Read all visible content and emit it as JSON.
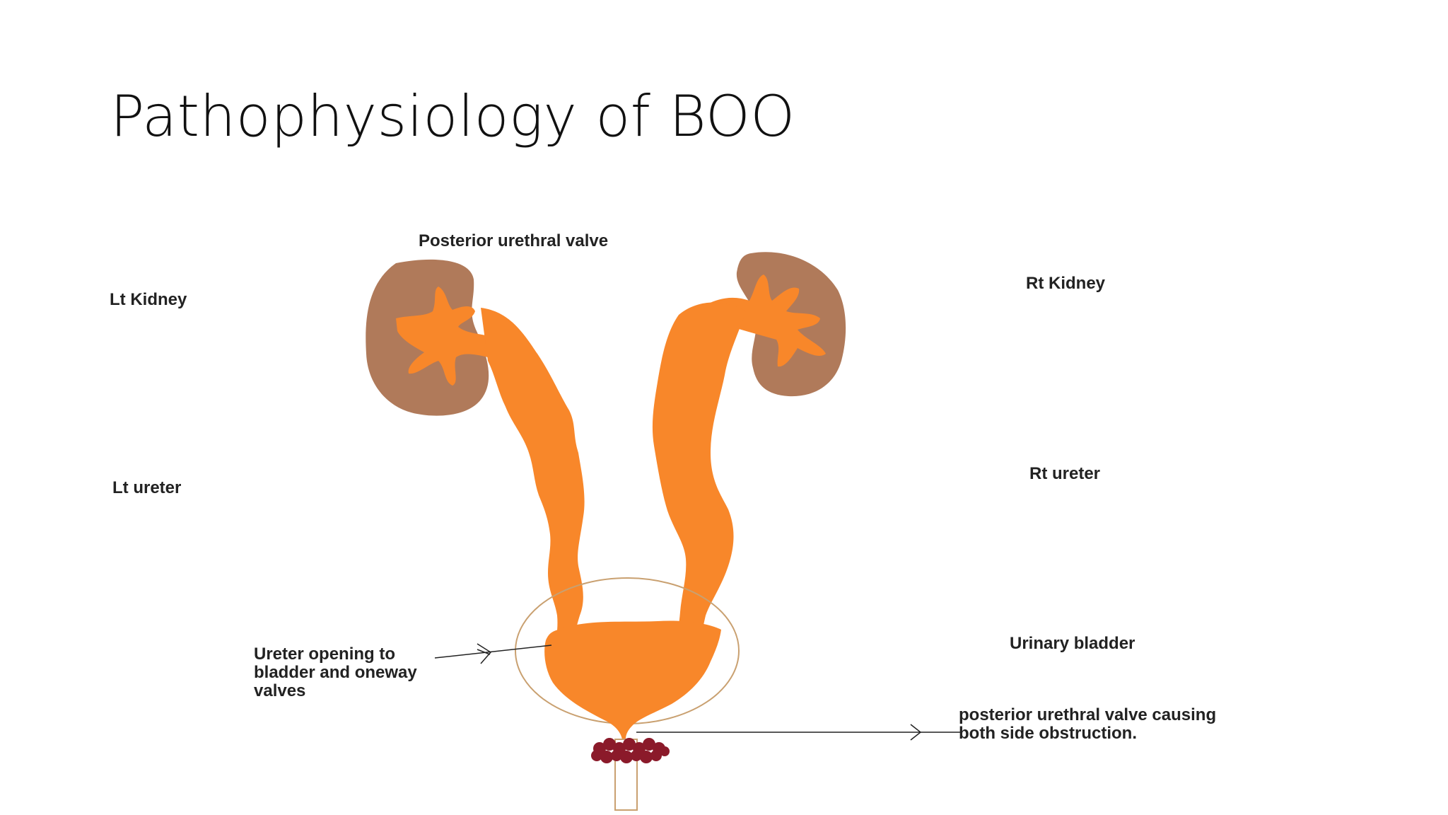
{
  "slide": {
    "title": "Pathophysiology of BOO"
  },
  "labels": {
    "posterior_urethral_valve": "Posterior urethral valve",
    "lt_kidney": "Lt Kidney",
    "rt_kidney": "Rt Kidney",
    "lt_ureter": "Lt ureter",
    "rt_ureter": "Rt ureter",
    "urinary_bladder": "Urinary bladder",
    "ureter_opening": "Ureter opening to\nbladder and oneway\nvalves",
    "valve_obstruction": "posterior urethral valve causing\nboth side obstruction."
  },
  "colors": {
    "kidney": "#b07a5a",
    "urine": "#f8872a",
    "bladder_outline": "#c9a070",
    "valve": "#8b1a2a",
    "text": "#222222"
  }
}
